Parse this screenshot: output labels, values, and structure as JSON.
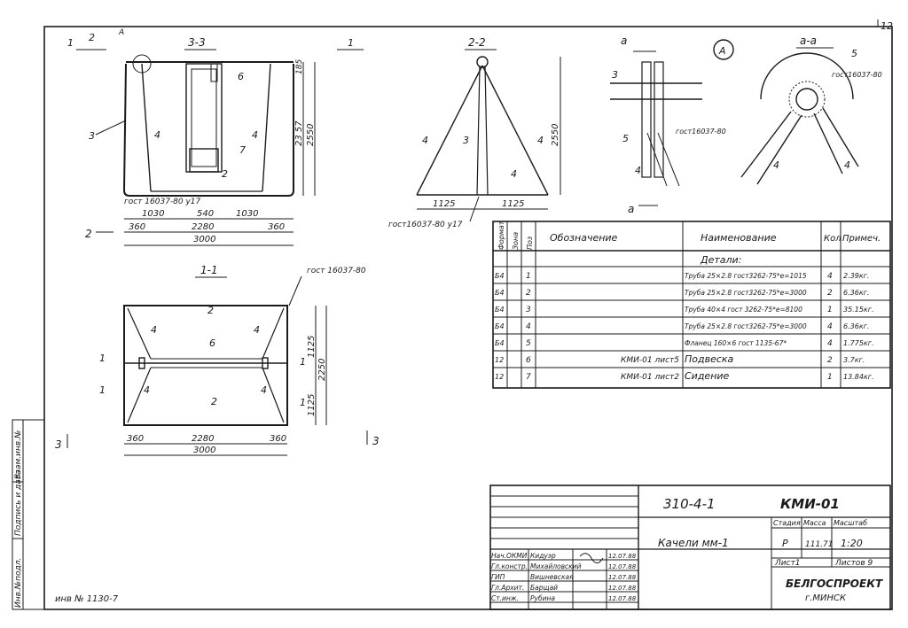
{
  "page_number": "12",
  "views": {
    "v33": {
      "title": "3-3",
      "section_1": "1",
      "section_2": "2",
      "callout_A": "А",
      "pos": [
        "3",
        "4",
        "4",
        "6",
        "7",
        "2"
      ],
      "dims": {
        "d1030a": "1030",
        "d540": "540",
        "d1030b": "1030",
        "d360a": "360",
        "d2280": "2280",
        "d360b": "360",
        "d3000": "3000",
        "d185": "185",
        "d2357": "23 57",
        "d2550": "2550"
      },
      "gost_note": "гост 16037-80 у17"
    },
    "v22": {
      "title": "2-2",
      "pos": [
        "4",
        "3",
        "4",
        "4"
      ],
      "dims": {
        "d1125a": "1125",
        "d1125b": "1125",
        "d2550": "2550"
      },
      "gost_note": "гост16037-80 у17"
    },
    "va": {
      "cut_a": "а",
      "callout": "А",
      "pos": [
        "3",
        "5",
        "4"
      ],
      "gost_note": "гост16037-80"
    },
    "vaa": {
      "title": "а-а",
      "pos": [
        "5",
        "4",
        "4"
      ],
      "gost_note": "гост16037-80"
    },
    "v11": {
      "title": "1-1",
      "gost_note": "гост 16037-80",
      "pos": [
        "2",
        "4",
        "4",
        "6",
        "1",
        "1",
        "4",
        "4",
        "2",
        "1",
        "1"
      ],
      "dims": {
        "d360a": "360",
        "d2280": "2280",
        "d360b": "360",
        "d3000": "3000",
        "d1125a": "1125",
        "d1125b": "1125",
        "d2250": "2250"
      }
    },
    "cut_marks": {
      "left2": "2",
      "left3": "3",
      "right3": "3"
    }
  },
  "spec": {
    "headers": [
      "Формат",
      "Зона",
      "Поз",
      "Обозначение",
      "Наименование",
      "Кол",
      "Примеч."
    ],
    "section_label": "Детали:",
    "rows": [
      {
        "fmt": "Б4",
        "zone": "",
        "pos": "1",
        "code": "",
        "name": "Труба 25×2.8 гост3262-75*е=1015",
        "qty": "4",
        "note": "2.39кг."
      },
      {
        "fmt": "Б4",
        "zone": "",
        "pos": "2",
        "code": "",
        "name": "Труба 25×2.8 гост3262-75*е=3000",
        "qty": "2",
        "note": "6.36кг."
      },
      {
        "fmt": "Б4",
        "zone": "",
        "pos": "3",
        "code": "",
        "name": "Труба 40×4 гост 3262-75*е=8100",
        "qty": "1",
        "note": "35.15кг."
      },
      {
        "fmt": "Б4",
        "zone": "",
        "pos": "4",
        "code": "",
        "name": "Труба 25×2.8 гост3262-75*е=3000",
        "qty": "4",
        "note": "6.36кг."
      },
      {
        "fmt": "Б4",
        "zone": "",
        "pos": "5",
        "code": "",
        "name": "Фланец 160×6 гост 1135-67*",
        "qty": "4",
        "note": "1.775кг."
      },
      {
        "fmt": "12",
        "zone": "",
        "pos": "6",
        "code": "КМИ-01 лист5",
        "name": "Подвеска",
        "qty": "2",
        "note": "3.7кг."
      },
      {
        "fmt": "12",
        "zone": "",
        "pos": "7",
        "code": "КМИ-01 лист2",
        "name": "Сидение",
        "qty": "1",
        "note": "13.84кг."
      }
    ]
  },
  "title_block": {
    "doc_number": "310-4-1",
    "doc_code": "КМИ-01",
    "title": "Качели мм-1",
    "stage_label": "Стадия",
    "mass_label": "Масса",
    "scale_label": "Масштаб",
    "stage": "Р",
    "mass": "111.71",
    "scale": "1:20",
    "sheet_label": "Лист1",
    "sheets_label": "Листов 9",
    "org1": "БЕЛГОСПРОЕКТ",
    "org2": "г.МИНСК",
    "signers": [
      {
        "role": "Нач.ОКМИ",
        "name": "Кидуэр",
        "date": "12.07.88"
      },
      {
        "role": "Гл.констр.",
        "name": "Михайловский",
        "date": "12.07.88"
      },
      {
        "role": "ГИП",
        "name": "Вишневская",
        "date": "12.07.88"
      },
      {
        "role": "Гл.Архит.",
        "name": "Барщай",
        "date": "12.07.88"
      },
      {
        "role": "Ст.инж.",
        "name": "Рубина",
        "date": "12.07.88"
      }
    ]
  },
  "side_stamp": {
    "a": "Взам.инв.№",
    "b": "Подпись и дата",
    "c": "Инв.№подл."
  },
  "inventory": "инв № 1130-7"
}
